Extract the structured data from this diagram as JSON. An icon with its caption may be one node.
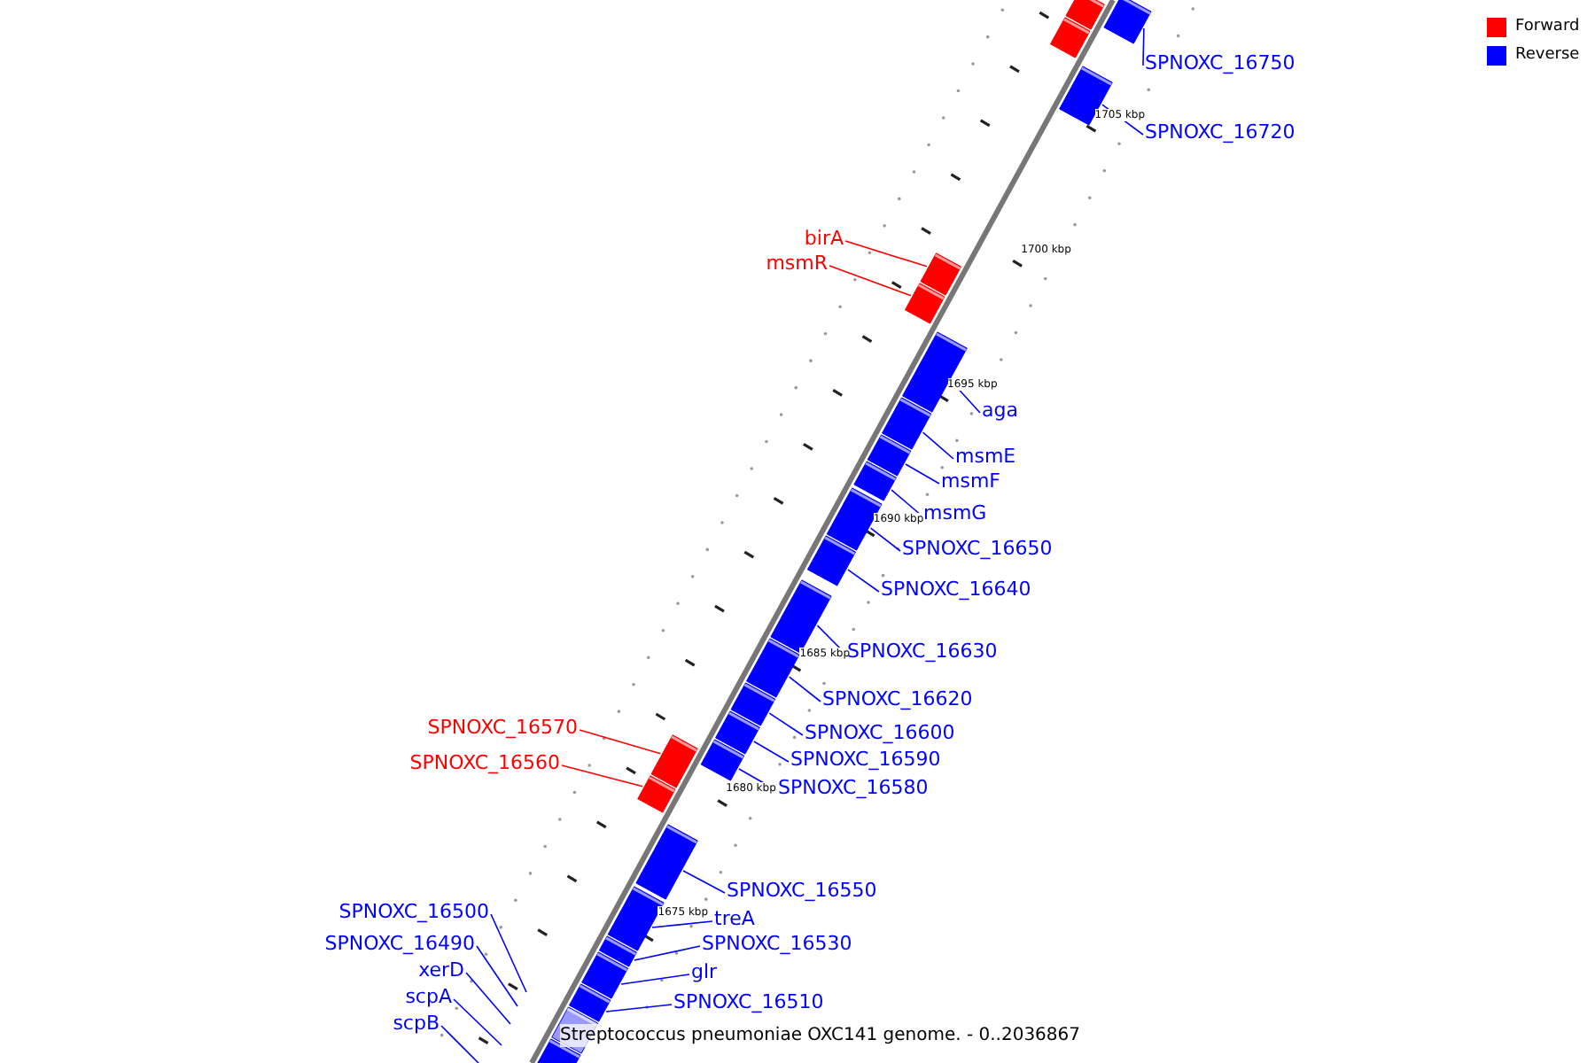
{
  "diagram": {
    "caption": "Streptococcus pneumoniae OXC141 genome. - 0..2036867",
    "nodes": [
      {
        "text": [
          "SPNOXC_16750"
        ]
      },
      {
        "text": [
          "SPNOXC_16720"
        ]
      },
      {
        "text": [
          "birA"
        ]
      },
      {
        "text": [
          "msmR"
        ]
      },
      {
        "text": [
          "aga"
        ]
      },
      {
        "text": [
          "msmE"
        ]
      },
      {
        "text": [
          "msmF"
        ]
      },
      {
        "text": [
          "msmG"
        ]
      },
      {
        "text": [
          "SPNOXC_16650"
        ]
      },
      {
        "text": [
          "SPNOXC_16640"
        ]
      },
      {
        "text": [
          "SPNOXC_16630"
        ]
      },
      {
        "text": [
          "SPNOXC_16620"
        ]
      },
      {
        "text": [
          "SPNOXC_16570"
        ]
      },
      {
        "text": [
          "SPNOXC_16600"
        ]
      },
      {
        "text": [
          "SPNOXC_16590"
        ]
      },
      {
        "text": [
          "SPNOXC_16560"
        ]
      },
      {
        "text": [
          "SPNOXC_16580"
        ]
      },
      {
        "text": [
          "SPNOXC_16550"
        ]
      },
      {
        "text": [
          "SPNOXC_16500"
        ]
      },
      {
        "text": [
          "treA"
        ]
      },
      {
        "text": [
          "SPNOXC_16490"
        ]
      },
      {
        "text": [
          "SPNOXC_16530"
        ]
      },
      {
        "text": [
          "xerD"
        ]
      },
      {
        "text": [
          "glr"
        ]
      },
      {
        "text": [
          "scpA"
        ]
      },
      {
        "text": [
          "SPNOXC_16510"
        ]
      },
      {
        "text": [
          "scpB"
        ]
      },
      {
        "text": [],
        "shape": "box"
      },
      {
        "text": [],
        "shape": "box"
      },
      {
        "text": [],
        "shape": "box"
      },
      {
        "text": [],
        "shape": "box"
      },
      {
        "text": [],
        "shape": "box"
      },
      {
        "text": [],
        "shape": "box"
      },
      {
        "text": [],
        "shape": "box"
      },
      {
        "text": [],
        "shape": "box"
      },
      {
        "text": [],
        "shape": "box"
      },
      {
        "text": [],
        "shape": "box"
      },
      {
        "text": [],
        "shape": "box"
      },
      {
        "text": [],
        "shape": "box"
      },
      {
        "text": [],
        "shape": "box"
      },
      {
        "text": [],
        "shape": "box"
      },
      {
        "text": [],
        "shape": "box"
      },
      {
        "text": [],
        "shape": "box"
      },
      {
        "text": [],
        "shape": "box"
      },
      {
        "text": [],
        "shape": "box"
      },
      {
        "text": [],
        "shape": "box"
      },
      {
        "text": [],
        "shape": "box"
      },
      {
        "text": [],
        "shape": "box"
      },
      {
        "text": [],
        "shape": "box"
      },
      {
        "text": [],
        "shape": "box"
      },
      {
        "text": [],
        "shape": "box"
      },
      {
        "text": [],
        "shape": "box"
      },
      {
        "text": [],
        "shape": "box"
      }
    ],
    "edges": [
      {
        "from": 0,
        "to": 28,
        "arrow": "none"
      },
      {
        "from": 1,
        "to": 30,
        "arrow": "none"
      },
      {
        "from": 2,
        "to": 31,
        "arrow": "none",
        "color": "#ff0000"
      },
      {
        "from": 3,
        "to": 32,
        "arrow": "none",
        "color": "#ff0000"
      },
      {
        "from": 4,
        "to": 33,
        "arrow": "none"
      },
      {
        "from": 5,
        "to": 34,
        "arrow": "none"
      },
      {
        "from": 6,
        "to": 35,
        "arrow": "none"
      },
      {
        "from": 7,
        "to": 36,
        "arrow": "none"
      },
      {
        "from": 8,
        "to": 37,
        "arrow": "none"
      },
      {
        "from": 9,
        "to": 38,
        "arrow": "none"
      },
      {
        "from": 10,
        "to": 39,
        "arrow": "none"
      },
      {
        "from": 11,
        "to": 40,
        "arrow": "none"
      },
      {
        "from": 12,
        "to": 44,
        "arrow": "none",
        "color": "#ff0000"
      },
      {
        "from": 13,
        "to": 41,
        "arrow": "none"
      },
      {
        "from": 14,
        "to": 42,
        "arrow": "none"
      },
      {
        "from": 15,
        "to": 45,
        "arrow": "none",
        "color": "#ff0000"
      },
      {
        "from": 16,
        "to": 43,
        "arrow": "none"
      },
      {
        "from": 17,
        "to": 46,
        "arrow": "none"
      },
      {
        "from": 18,
        "to": null,
        "arrow": "none"
      },
      {
        "from": 19,
        "to": 47,
        "arrow": "none"
      },
      {
        "from": 20,
        "to": null,
        "arrow": "none"
      },
      {
        "from": 21,
        "to": 48,
        "arrow": "none"
      },
      {
        "from": 22,
        "to": null,
        "arrow": "none"
      },
      {
        "from": 23,
        "to": 49,
        "arrow": "none"
      },
      {
        "from": 24,
        "to": null,
        "arrow": "none"
      },
      {
        "from": 25,
        "to": 50,
        "arrow": "none"
      },
      {
        "from": 26,
        "to": null,
        "arrow": "none"
      }
    ],
    "labels": [
      "1705 kbp",
      "1700 kbp",
      "1695 kbp",
      "1690 kbp",
      "1685 kbp",
      "1680 kbp",
      "1675 kbp"
    ],
    "legend": [
      {
        "text": "Forward",
        "color": "#ff0000"
      },
      {
        "text": "Reverse",
        "color": "#0000ff"
      }
    ]
  }
}
